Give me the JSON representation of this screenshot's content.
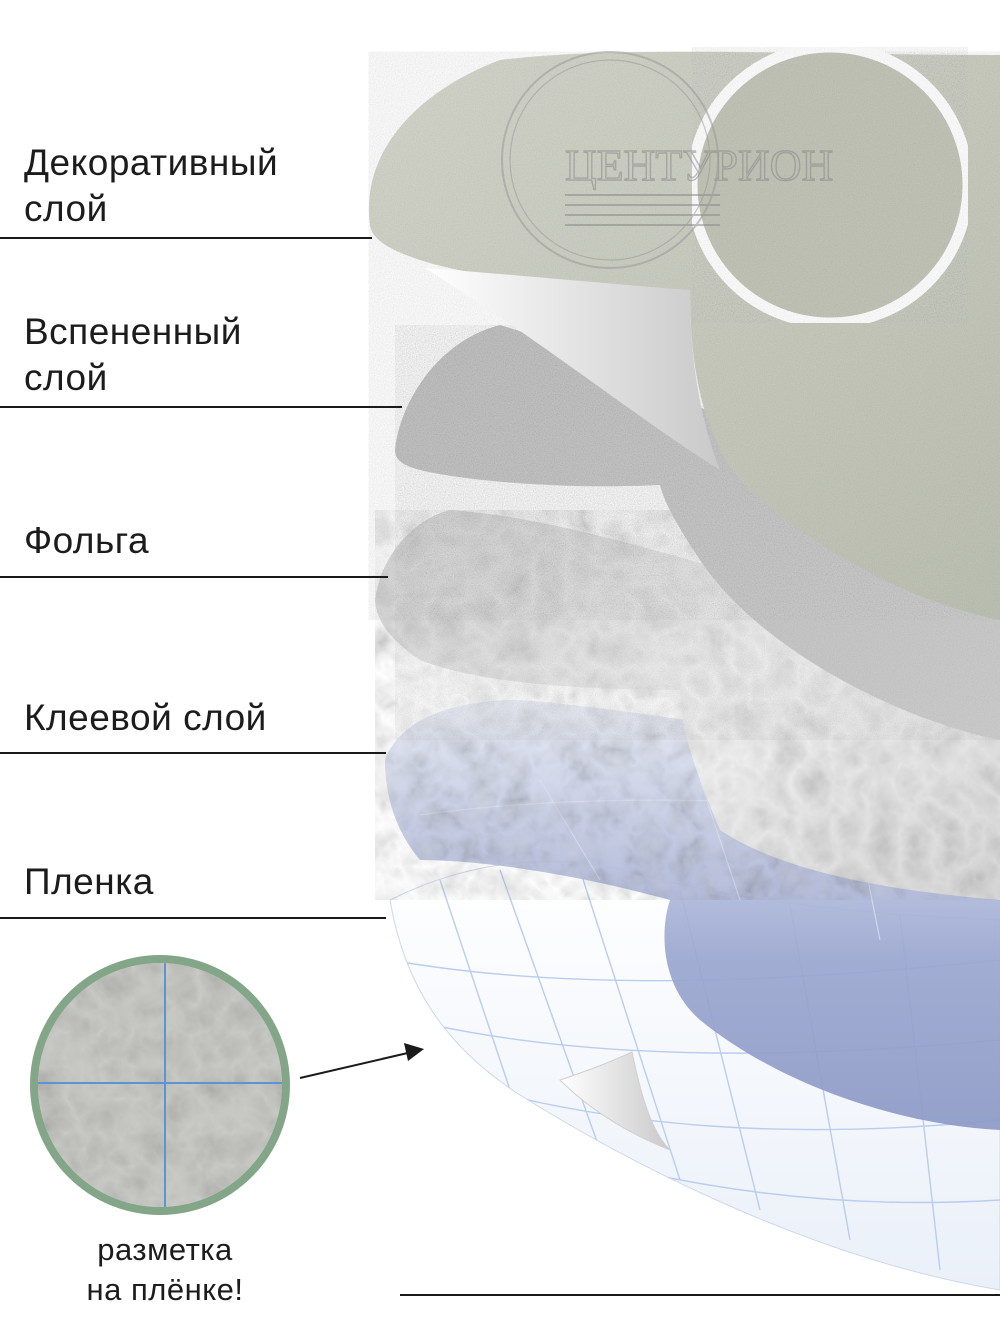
{
  "layers": [
    {
      "id": "decorative",
      "label": "Декоративный\nслой",
      "color": "#c9ccbf"
    },
    {
      "id": "foam",
      "label": "Вспененный\nслой",
      "color": "#c4c4c4"
    },
    {
      "id": "foil",
      "label": "Фольга",
      "color": "#dcdcdc"
    },
    {
      "id": "adhesive",
      "label": "Клеевой слой",
      "color": "#9ea9cf"
    },
    {
      "id": "film",
      "label": "Пленка",
      "color": "#eef3fb"
    }
  ],
  "brand": {
    "logo_text": "ЦЕНТУРИОН"
  },
  "callout": {
    "note": "разметка\nна плёнке!",
    "ring_color": "#84a688",
    "grid_line_color": "#5b93d6"
  }
}
